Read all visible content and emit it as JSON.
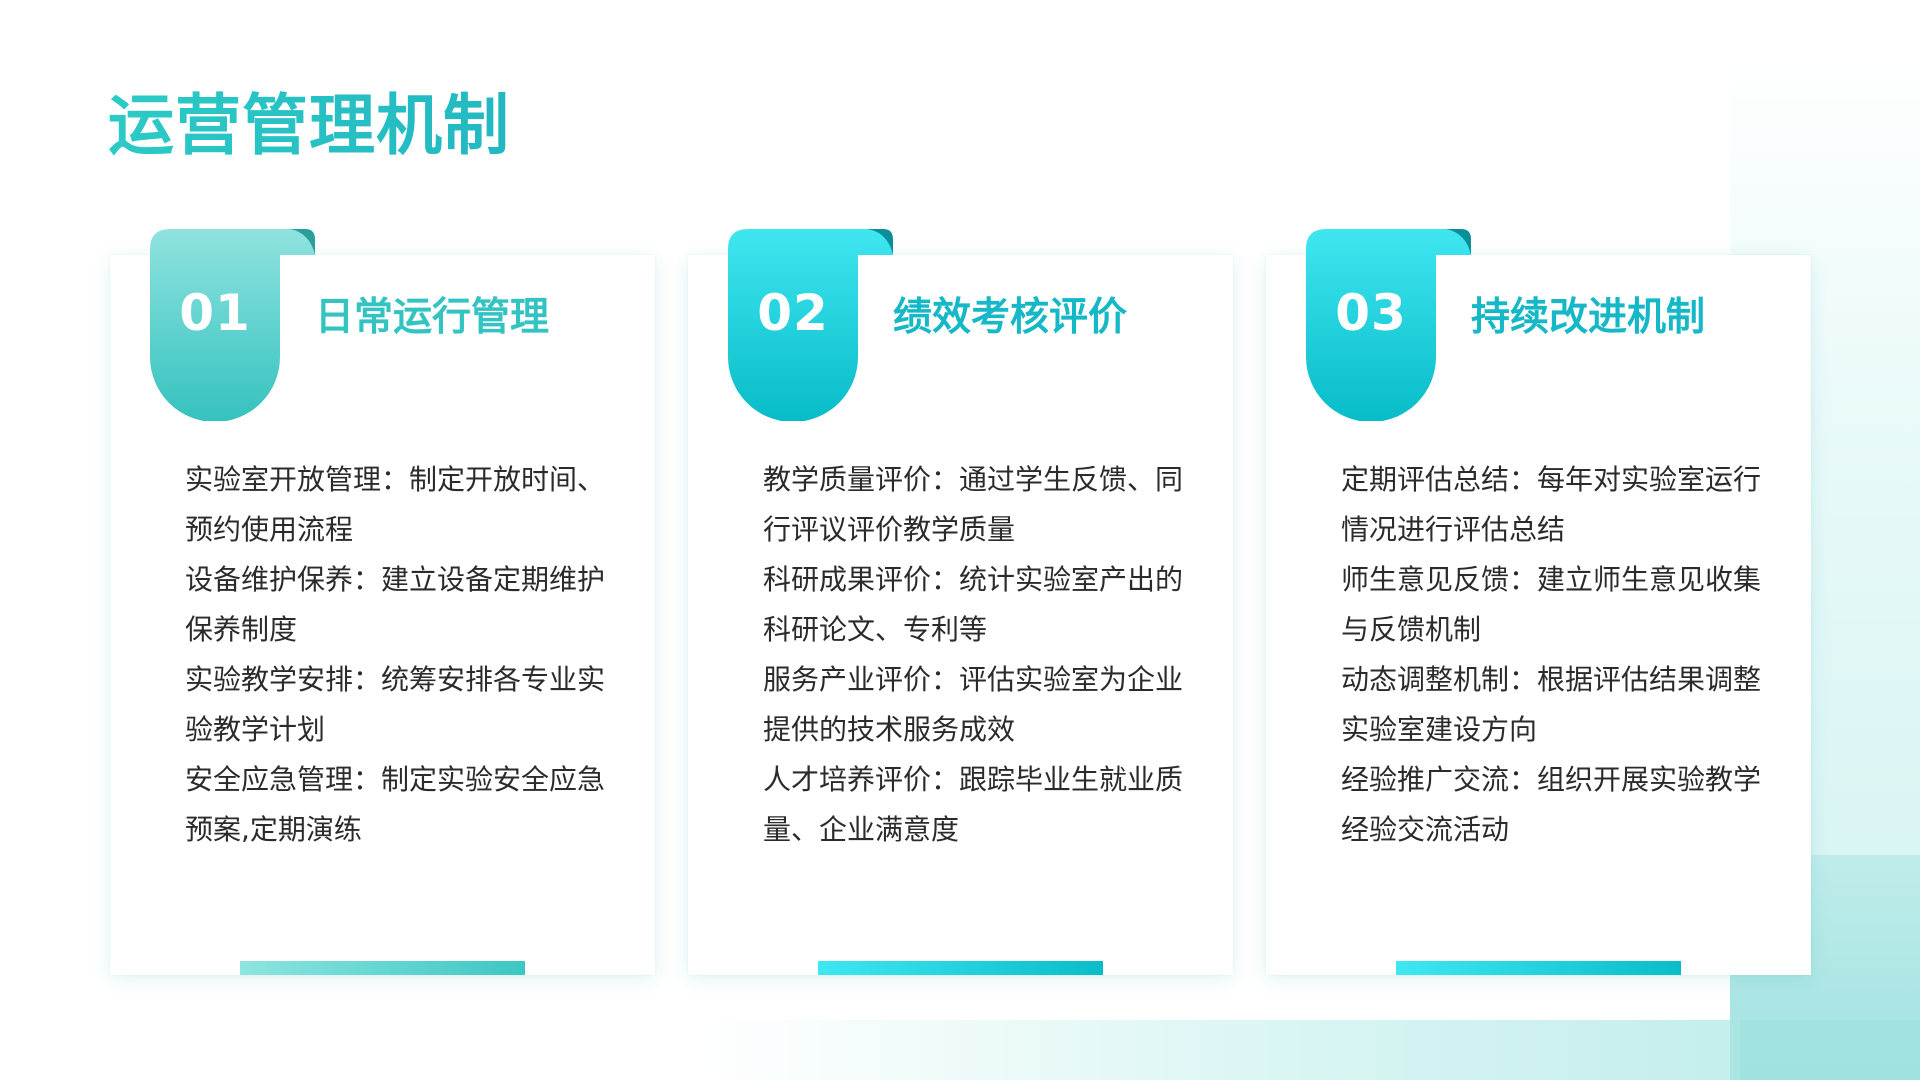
{
  "page": {
    "title": "运营管理机制"
  },
  "colors": {
    "title": "#25c3c3",
    "card_1_accent": "#36c4c1",
    "card_2_accent": "#0fc0cc",
    "card_3_accent": "#0fc0cc",
    "body_text": "#2b2b2b"
  },
  "cards": [
    {
      "number": "01",
      "heading": "日常运行管理",
      "items": [
        "实验室开放管理：制定开放时间、预约使用流程",
        "设备维护保养：建立设备定期维护保养制度",
        "实验教学安排：统筹安排各专业实验教学计划",
        "安全应急管理：制定实验安全应急预案,定期演练"
      ]
    },
    {
      "number": "02",
      "heading": "绩效考核评价",
      "items": [
        "教学质量评价：通过学生反馈、同行评议评价教学质量",
        "科研成果评价：统计实验室产出的科研论文、专利等",
        "服务产业评价：评估实验室为企业提供的技术服务成效",
        "人才培养评价：跟踪毕业生就业质量、企业满意度"
      ]
    },
    {
      "number": "03",
      "heading": "持续改进机制",
      "items": [
        "定期评估总结：每年对实验室运行情况进行评估总结",
        "师生意见反馈：建立师生意见收集与反馈机制",
        "动态调整机制：根据评估结果调整实验室建设方向",
        "经验推广交流：组织开展实验教学经验交流活动"
      ]
    }
  ]
}
